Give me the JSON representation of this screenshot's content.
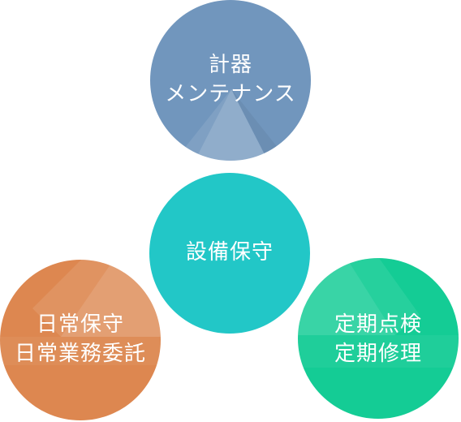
{
  "diagram": {
    "top": {
      "line1": "計器",
      "line2": "メンテナンス",
      "color": "#7196bd"
    },
    "center": {
      "line1": "設備保守",
      "color": "#22c7c7"
    },
    "left": {
      "line1": "日常保守",
      "line2": "日常業務委託",
      "color": "#dd8750"
    },
    "right": {
      "line1": "定期点検",
      "line2": "定期修理",
      "color": "#14cc95"
    }
  }
}
